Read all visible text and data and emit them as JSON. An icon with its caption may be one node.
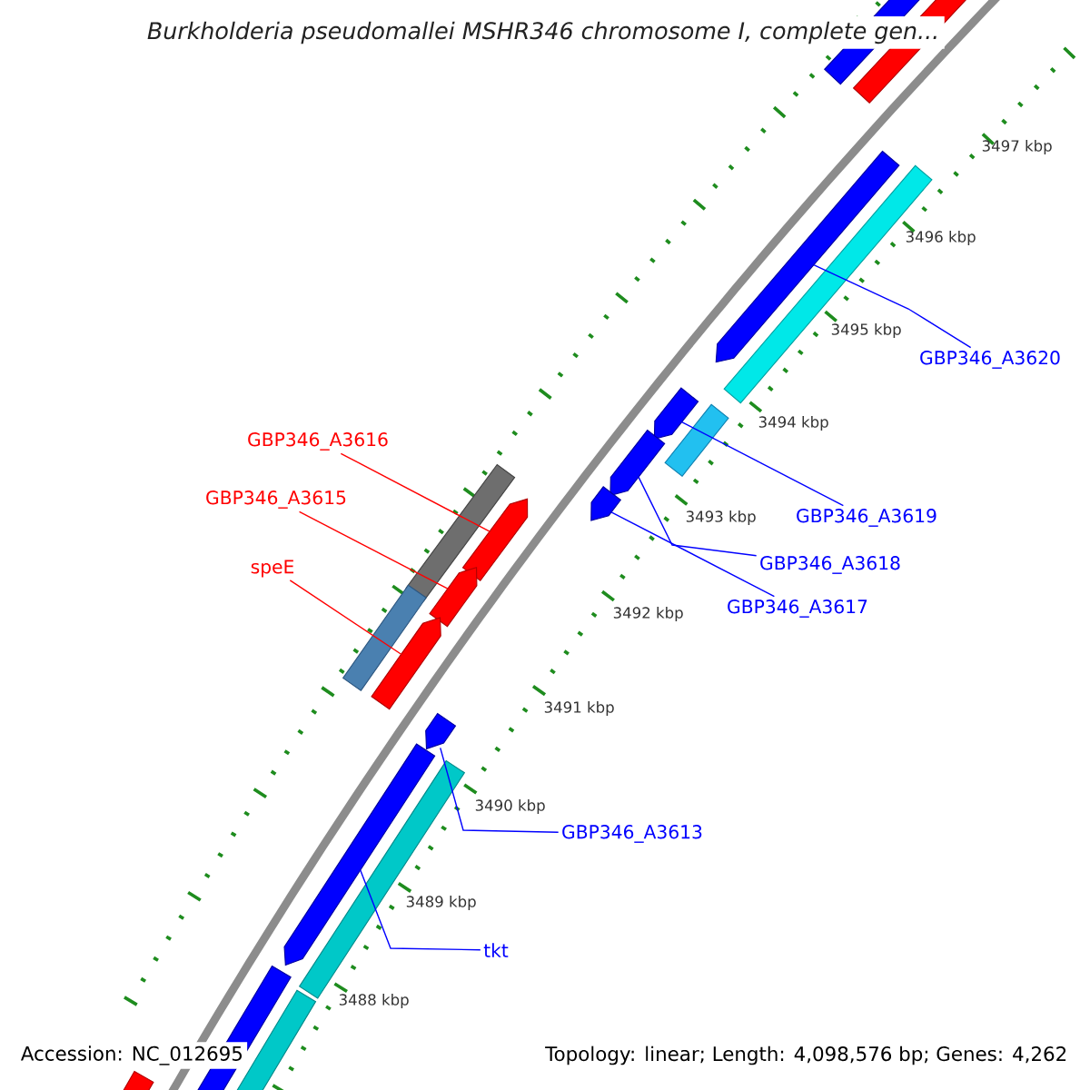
{
  "diagram": {
    "title": "Burkholderia pseudomallei MSHR346 chromosome I, complete gen...",
    "nodes": [
      {
        "text": [
          "GBP346_A3620"
        ]
      },
      {
        "text": [
          "GBP346_A3616"
        ]
      },
      {
        "text": [
          "GBP346_A3615"
        ]
      },
      {
        "text": [
          "GBP346_A3619"
        ]
      },
      {
        "text": [
          "speE"
        ]
      },
      {
        "text": [
          "GBP346_A3618"
        ]
      },
      {
        "text": [
          "GBP346_A3617"
        ]
      },
      {
        "text": [
          "GBP346_A3613"
        ]
      },
      {
        "text": [
          "tkt"
        ]
      },
      {
        "text": [],
        "shape": "bar"
      },
      {
        "text": [],
        "shape": "bar"
      },
      {
        "text": [],
        "shape": "bar"
      },
      {
        "text": [],
        "shape": "bar"
      },
      {
        "text": [],
        "shape": "bar"
      },
      {
        "text": [],
        "shape": "bar"
      },
      {
        "text": [],
        "shape": "bar"
      },
      {
        "text": [],
        "shape": "bar"
      },
      {
        "text": [],
        "shape": "bar"
      }
    ],
    "edges": [
      {
        "from": 0,
        "to": 9,
        "arrow": "none"
      },
      {
        "from": 1,
        "to": 13,
        "arrow": "none",
        "color": "#ff0000"
      },
      {
        "from": 2,
        "to": 14,
        "arrow": "none",
        "color": "#ff0000"
      },
      {
        "from": 3,
        "to": 10,
        "arrow": "none"
      },
      {
        "from": 4,
        "to": 15,
        "arrow": "none",
        "color": "#ff0000"
      },
      {
        "from": 5,
        "to": 11,
        "arrow": "none"
      },
      {
        "from": 6,
        "to": 12,
        "arrow": "none"
      },
      {
        "from": 7,
        "to": 16,
        "arrow": "none"
      },
      {
        "from": 8,
        "to": 17,
        "arrow": "none"
      }
    ],
    "labels": [
      "3497 kbp",
      "3496 kbp",
      "3495 kbp",
      "3494 kbp",
      "3493 kbp",
      "3492 kbp",
      "3491 kbp",
      "3490 kbp",
      "3489 kbp",
      "3488 kbp",
      "Accession: NC_012695",
      "Topology: linear; Length: 4,098,576 bp; Genes: 4,262"
    ]
  }
}
